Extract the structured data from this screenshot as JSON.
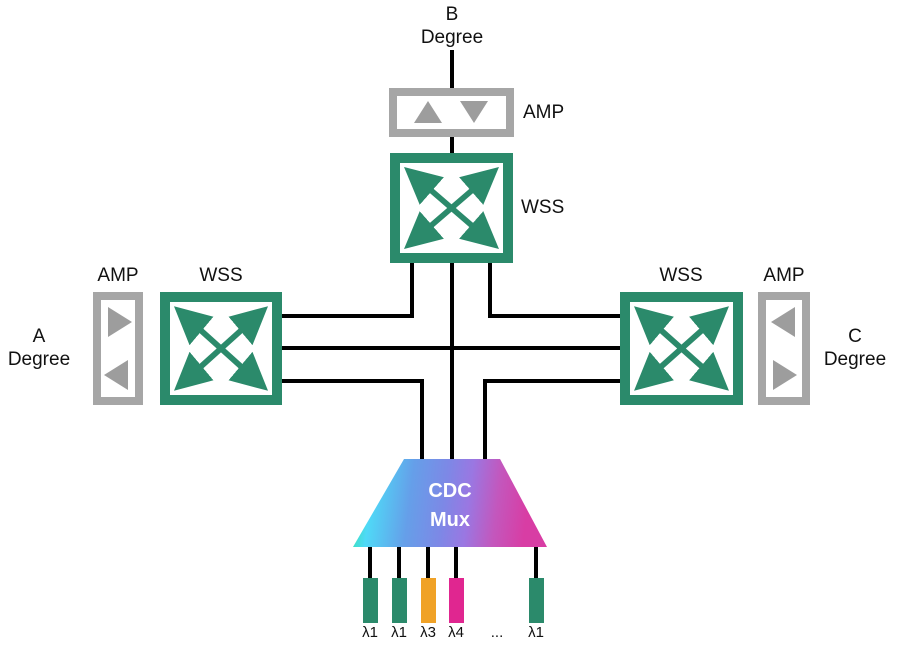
{
  "colors": {
    "line": "#000000",
    "wss-green": "#2b8a6b",
    "amp-gray": "#a6a6a6",
    "amp-tri": "#9d9d9d",
    "mux-c1": "#2fe6a0",
    "mux-c2": "#4fd9f7",
    "mux-c3": "#659fe9",
    "mux-c4": "#7d88e6",
    "mux-c5": "#9a77e2",
    "mux-c6": "#c357bd",
    "mux-c7": "#d83da4"
  },
  "degrees": {
    "b": {
      "name": "B",
      "word": "Degree"
    },
    "a": {
      "name": "A",
      "word": "Degree"
    },
    "c": {
      "name": "C",
      "word": "Degree"
    }
  },
  "components": {
    "amp_top": "AMP",
    "wss_top": "WSS",
    "amp_left": "AMP",
    "wss_left": "WSS",
    "wss_right": "WSS",
    "amp_right": "AMP",
    "mux_line1": "CDC",
    "mux_line2": "Mux"
  },
  "transponders": {
    "items": [
      {
        "label": "λ1",
        "color": "#2b8a6b"
      },
      {
        "label": "λ1",
        "color": "#2b8a6b"
      },
      {
        "label": "λ3",
        "color": "#f0a227"
      },
      {
        "label": "λ4",
        "color": "#e02690"
      },
      {
        "label": "λ1",
        "color": "#2b8a6b"
      }
    ],
    "ellipsis": "..."
  }
}
